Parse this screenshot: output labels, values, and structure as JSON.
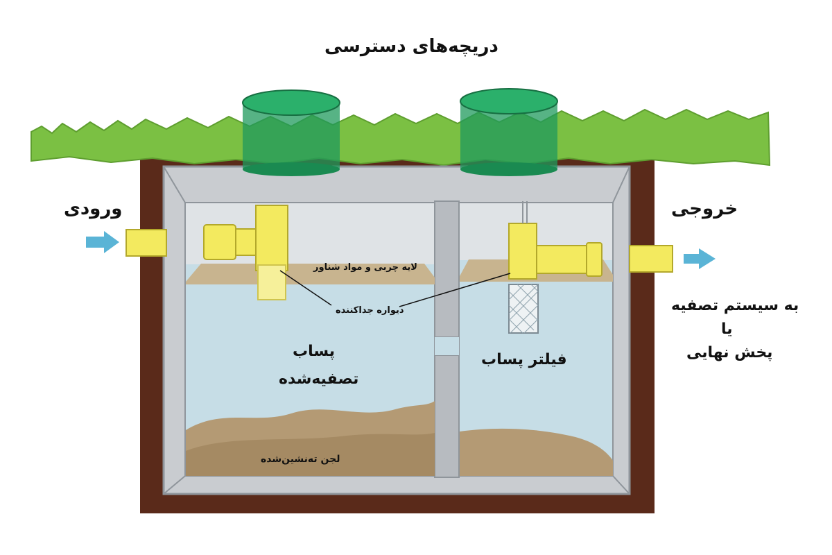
{
  "title": "دریچه‌های دسترسی",
  "labels": {
    "inlet": "ورودی",
    "outlet": "خروجی",
    "outlet_destination_line1": "به سیستم تصفیه",
    "outlet_destination_line2": "یا",
    "outlet_destination_line3": "پخش نهایی",
    "scum_layer": "لایه چربی و مواد شناور",
    "baffle": "دیواره جداکننده",
    "clarified_effluent_line1": "پساب",
    "clarified_effluent_line2": "تصفیه‌شده",
    "effluent_filter": "فیلتر پساب",
    "sludge": "لجن ته‌نشین‌شده"
  },
  "colors": {
    "grass": "#7bc043",
    "soil": "#5a2a1a",
    "tank_wall": "#c9ccd0",
    "water": "#c6dde6",
    "sludge": "#b49a74",
    "scum": "#c8b48f",
    "pipe": "#f3ea5f",
    "lid": "#1f9a5c",
    "arrow": "#5ab4d6"
  }
}
